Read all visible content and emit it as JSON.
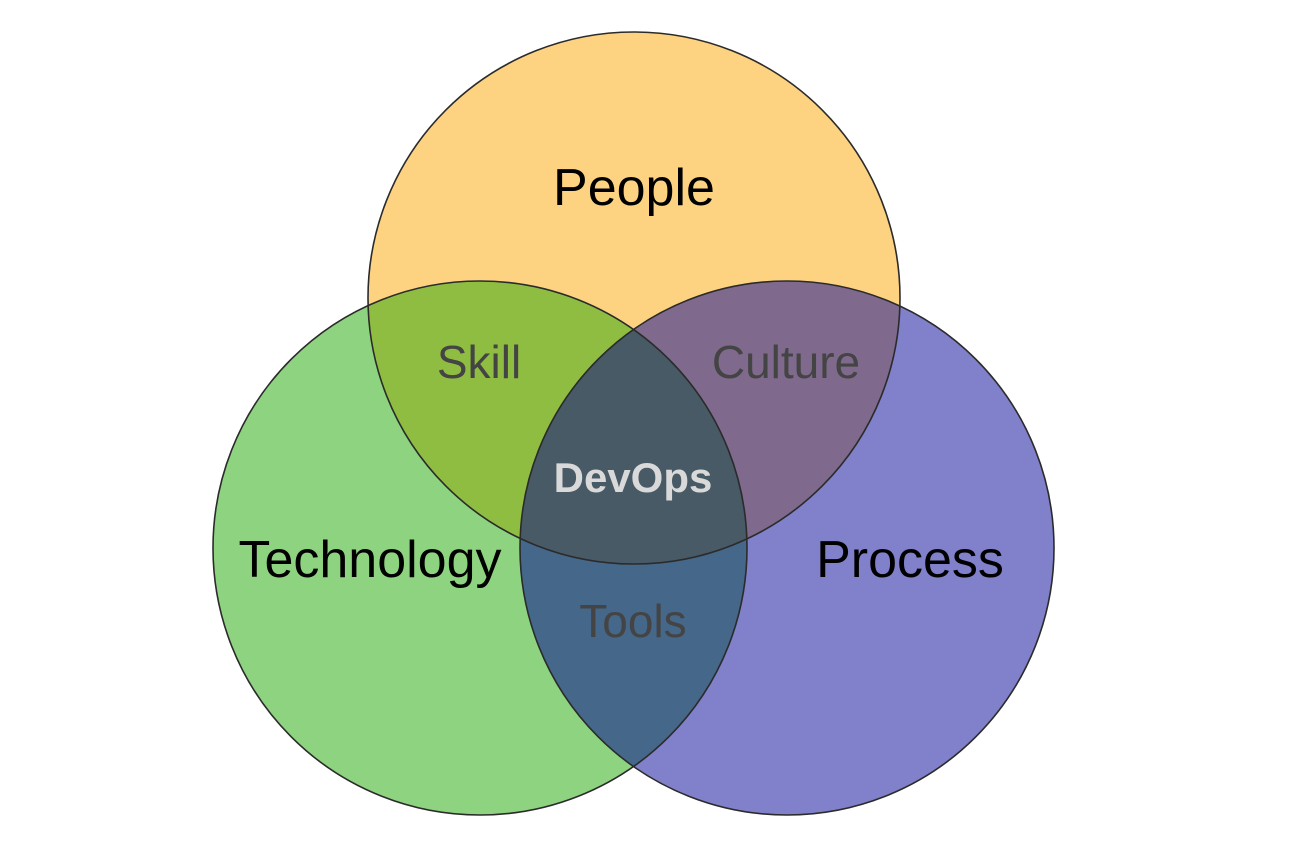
{
  "diagram": {
    "sets": {
      "people": {
        "label": "People",
        "color": "#fdd382"
      },
      "technology": {
        "label": "Technology",
        "color": "#8ed480"
      },
      "process": {
        "label": "Process",
        "color": "#8080cb"
      }
    },
    "overlaps": {
      "people_technology": {
        "label": "Skill",
        "color": "#8fbd42"
      },
      "people_process": {
        "label": "Culture",
        "color": "#7f698c"
      },
      "technology_process": {
        "label": "Tools",
        "color": "#456789"
      },
      "all": {
        "label": "DevOps",
        "color": "#475a66"
      }
    },
    "label_colors": {
      "overlap": "#444444",
      "center": "#d9d9d9"
    }
  }
}
